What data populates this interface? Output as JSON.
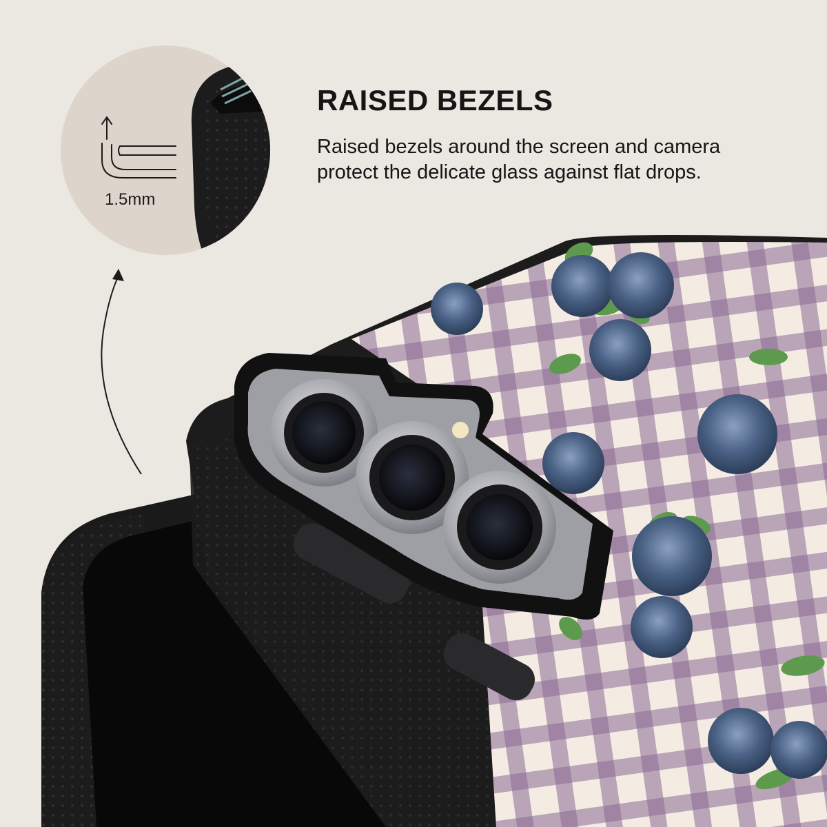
{
  "feature": {
    "title": "RAISED BEZELS",
    "description_lines": [
      "Raised bezels around the screen and camera",
      "protect the delicate glass against flat drops."
    ]
  },
  "detail_callout": {
    "measurement": "1.5mm",
    "icon": "raised-edge-profile-icon"
  },
  "colors": {
    "background": "#ebe7e1",
    "callout_circle": "#ddd5cc",
    "case_black": "#1c1c1d",
    "gingham_light": "#f4ece2",
    "gingham_purple": "#8a6a94",
    "blueberry": "#4a6285",
    "leaf": "#5e9a4e",
    "camera_metal": "#b8b9bc"
  }
}
